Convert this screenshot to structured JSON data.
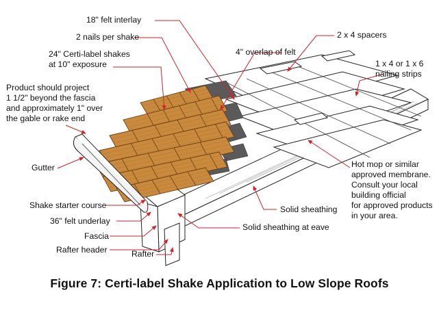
{
  "figure": {
    "caption": "Figure 7: Certi-label Shake Application to Low Slope Roofs"
  },
  "labels": {
    "felt_interlay": "18\" felt interlay",
    "nails_per_shake": "2 nails per shake",
    "shakes_exposure": "24\" Certi-label shakes\nat 10\" exposure",
    "product_project": "Product should project\n1 1/2\" beyond the fascia\nand approximately 1\" over\nthe gable or rake end",
    "gutter": "Gutter",
    "starter_course": "Shake starter course",
    "felt_underlay": "36\" felt underlay",
    "fascia": "Fascia",
    "rafter_header": "Rafter header",
    "rafter": "Rafter",
    "spacers": "2 x 4 spacers",
    "overlap_felt": "4\" overlap of felt",
    "nailing_strips": "1 x 4 or 1 x 6\nnailing strips",
    "membrane": "Hot mop or similar\napproved membrane.\nConsult your local\nbuilding official\nfor approved products\nin your area.",
    "solid_sheathing": "Solid sheathing",
    "solid_sheathing_eave": "Solid sheathing at eave"
  },
  "colors": {
    "shake": "#c98a3e",
    "shake_line": "#6b3f12",
    "felt": "#5a5a5a",
    "leader": "#d2232a",
    "wood": "#ffffff",
    "outline": "#222222"
  }
}
